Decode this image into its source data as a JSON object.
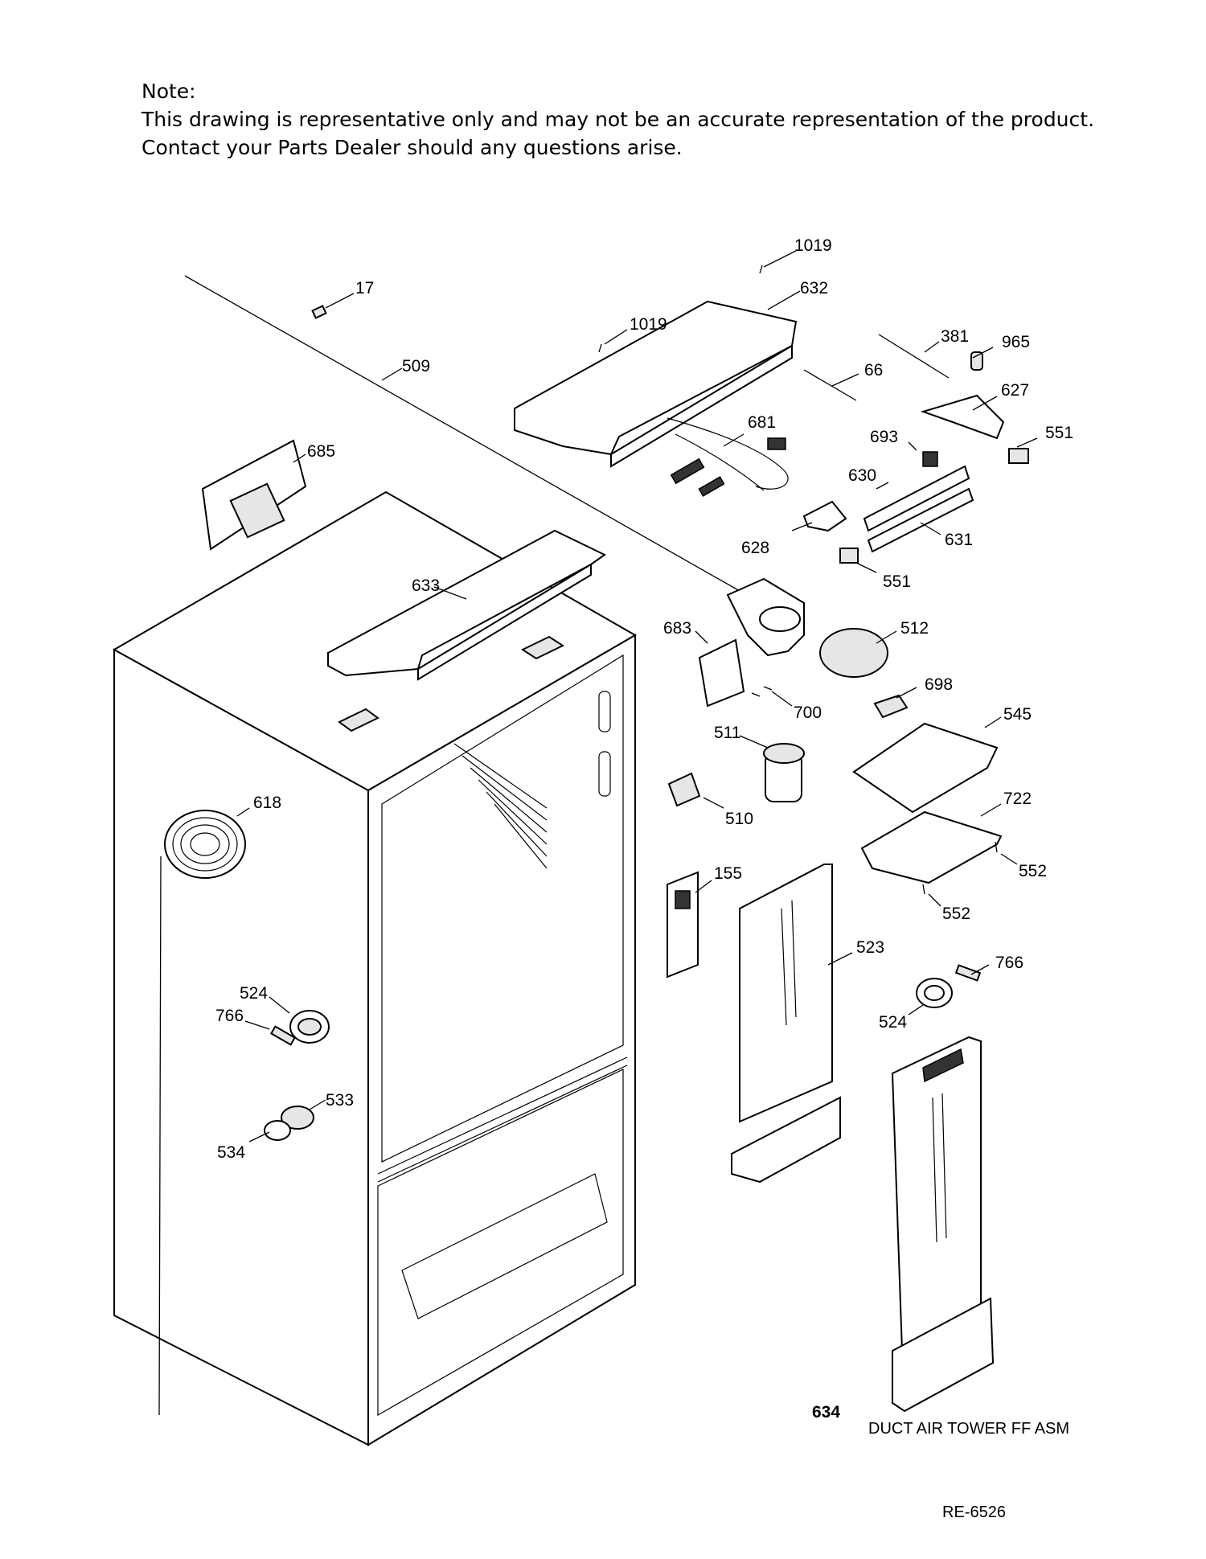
{
  "note": {
    "heading": "Note:",
    "line1": "This drawing is representative only and may not be an accurate representation of the product.",
    "line2": "Contact your Parts Dealer should any questions arise."
  },
  "labels": {
    "p1019a": "1019",
    "p632": "632",
    "p17": "17",
    "p1019b": "1019",
    "p381": "381",
    "p965": "965",
    "p509": "509",
    "p66": "66",
    "p627": "627",
    "p681": "681",
    "p551a": "551",
    "p693": "693",
    "p685": "685",
    "p630": "630",
    "p631": "631",
    "p628": "628",
    "p551b": "551",
    "p633": "633",
    "p512": "512",
    "p683": "683",
    "p698": "698",
    "p700": "700",
    "p545": "545",
    "p511": "511",
    "p722": "722",
    "p618": "618",
    "p510": "510",
    "p552a": "552",
    "p155": "155",
    "p552b": "552",
    "p523": "523",
    "p766a": "766",
    "p524a": "524",
    "p766b": "766",
    "p524b": "524",
    "p533": "533",
    "p534": "534",
    "p634": "634"
  },
  "caption": "DUCT AIR TOWER FF ASM",
  "ref_code": "RE-6526"
}
